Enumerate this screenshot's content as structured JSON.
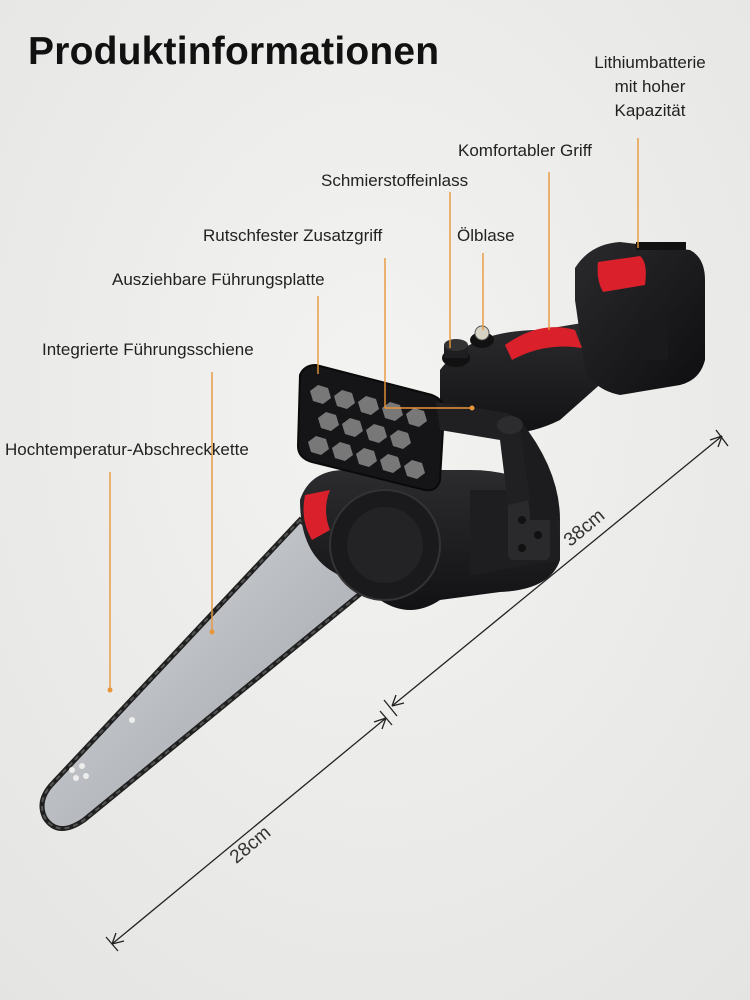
{
  "header": {
    "title": "Produktinformationen"
  },
  "callouts": {
    "battery": [
      "Lithiumbatterie",
      "mit hoher",
      "Kapazität"
    ],
    "handle": "Komfortabler Griff",
    "lubricant_inlet": "Schmierstoffeinlass",
    "anti_slip_grip": "Rutschfester Zusatzgriff",
    "oil_bubble": "Ölblase",
    "guide_plate": "Ausziehbare Führungsplatte",
    "guide_rail": "Integrierte Führungsschiene",
    "chain": "Hochtemperatur-Abschreckkette"
  },
  "dimensions": {
    "body_length": "38cm",
    "bar_length": "28cm"
  },
  "colors": {
    "leader_line": "#e8963a",
    "body": "#1c1c1e",
    "accent_red": "#d9202b",
    "bar": "#c9ccd0"
  }
}
